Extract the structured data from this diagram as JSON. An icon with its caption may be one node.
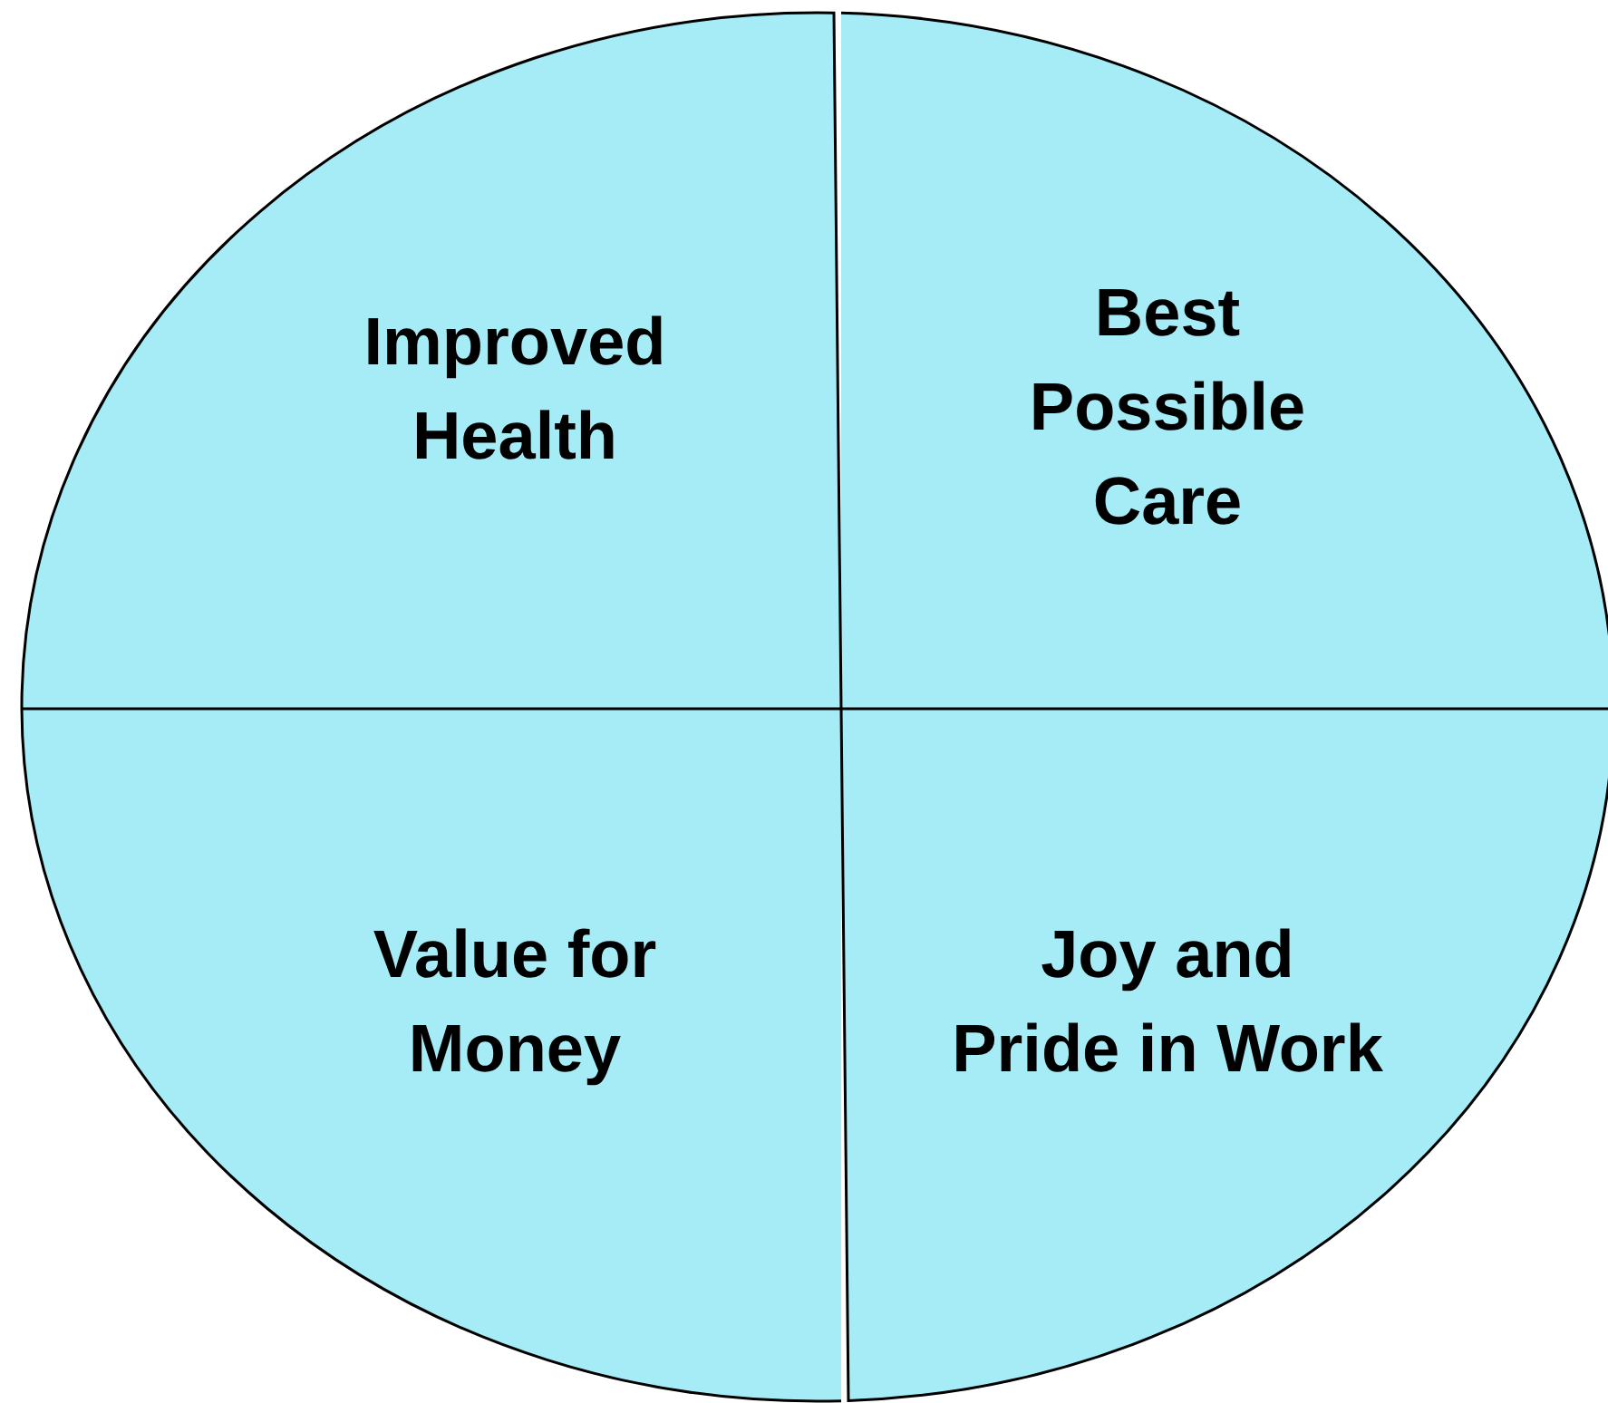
{
  "diagram": {
    "nodes": [
      {
        "text": [
          "Improved Health"
        ]
      },
      {
        "text": [
          "Best Possible Care"
        ]
      },
      {
        "text": [
          "Value for Money"
        ]
      },
      {
        "text": [
          "Joy and Pride in Work"
        ]
      }
    ]
  }
}
